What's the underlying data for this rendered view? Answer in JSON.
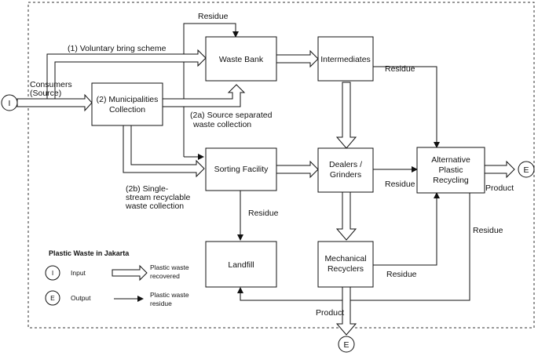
{
  "nodes": {
    "waste_bank": "Waste Bank",
    "intermediates": "Intermediates",
    "municipalities": [
      "(2) Municipalities",
      "Collection"
    ],
    "sorting": "Sorting Facility",
    "dealers": [
      "Dealers /",
      "Grinders"
    ],
    "alternative": [
      "Alternative",
      "Plastic",
      "Recycling"
    ],
    "landfill": "Landfill",
    "mechanical": [
      "Mechanical",
      "Recyclers"
    ],
    "input_symbol": "I",
    "output_symbol": "E"
  },
  "labels": {
    "voluntary": "(1) Voluntary bring scheme",
    "consumers": [
      "Consumers",
      "(Source)"
    ],
    "residue": "Residue",
    "product": "Product",
    "source_separated": [
      "(2a) Source separated",
      "waste collection"
    ],
    "single_stream": [
      "(2b) Single-",
      "stream recyclable",
      "waste collection"
    ]
  },
  "legend": {
    "title": "Plastic Waste in Jakarta",
    "input_symbol": "I",
    "input_label": "Input",
    "output_symbol": "E",
    "output_label": "Output",
    "recovered_label": [
      "Plastic waste",
      "recovered"
    ],
    "residue_label": [
      "Plastic waste",
      "residue"
    ]
  }
}
